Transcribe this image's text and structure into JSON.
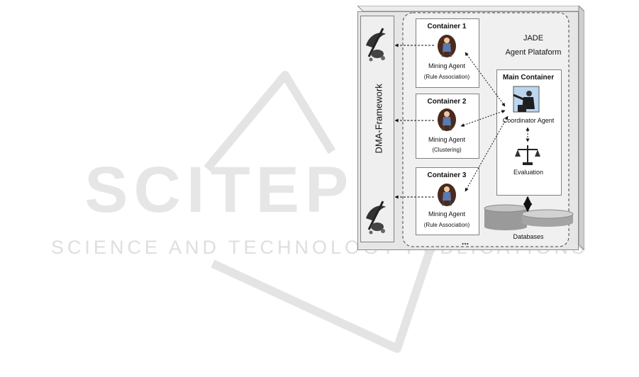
{
  "watermark": {
    "main": "SCITEPRESS",
    "sub": "SCIENCE AND TECHNOLOGY PUBLICATIONS"
  },
  "framework": {
    "label": "DMA-Framework"
  },
  "platform": {
    "line1": "JADE",
    "line2": "Agent Plataform"
  },
  "containers": [
    {
      "title": "Container  1",
      "agent": "Mining Agent",
      "task": "(Rule Association)"
    },
    {
      "title": "Container 2",
      "agent": "Mining Agent",
      "task": "(Clustering)"
    },
    {
      "title": "Container  3",
      "agent": "Mining Agent",
      "task": "(Rule Association)"
    }
  ],
  "main_container": {
    "title": "Main Container",
    "coordinator": "Coordinator Agent",
    "evaluation": "Evaluation"
  },
  "databases": {
    "label": "Databases"
  },
  "ellipsis": "..."
}
